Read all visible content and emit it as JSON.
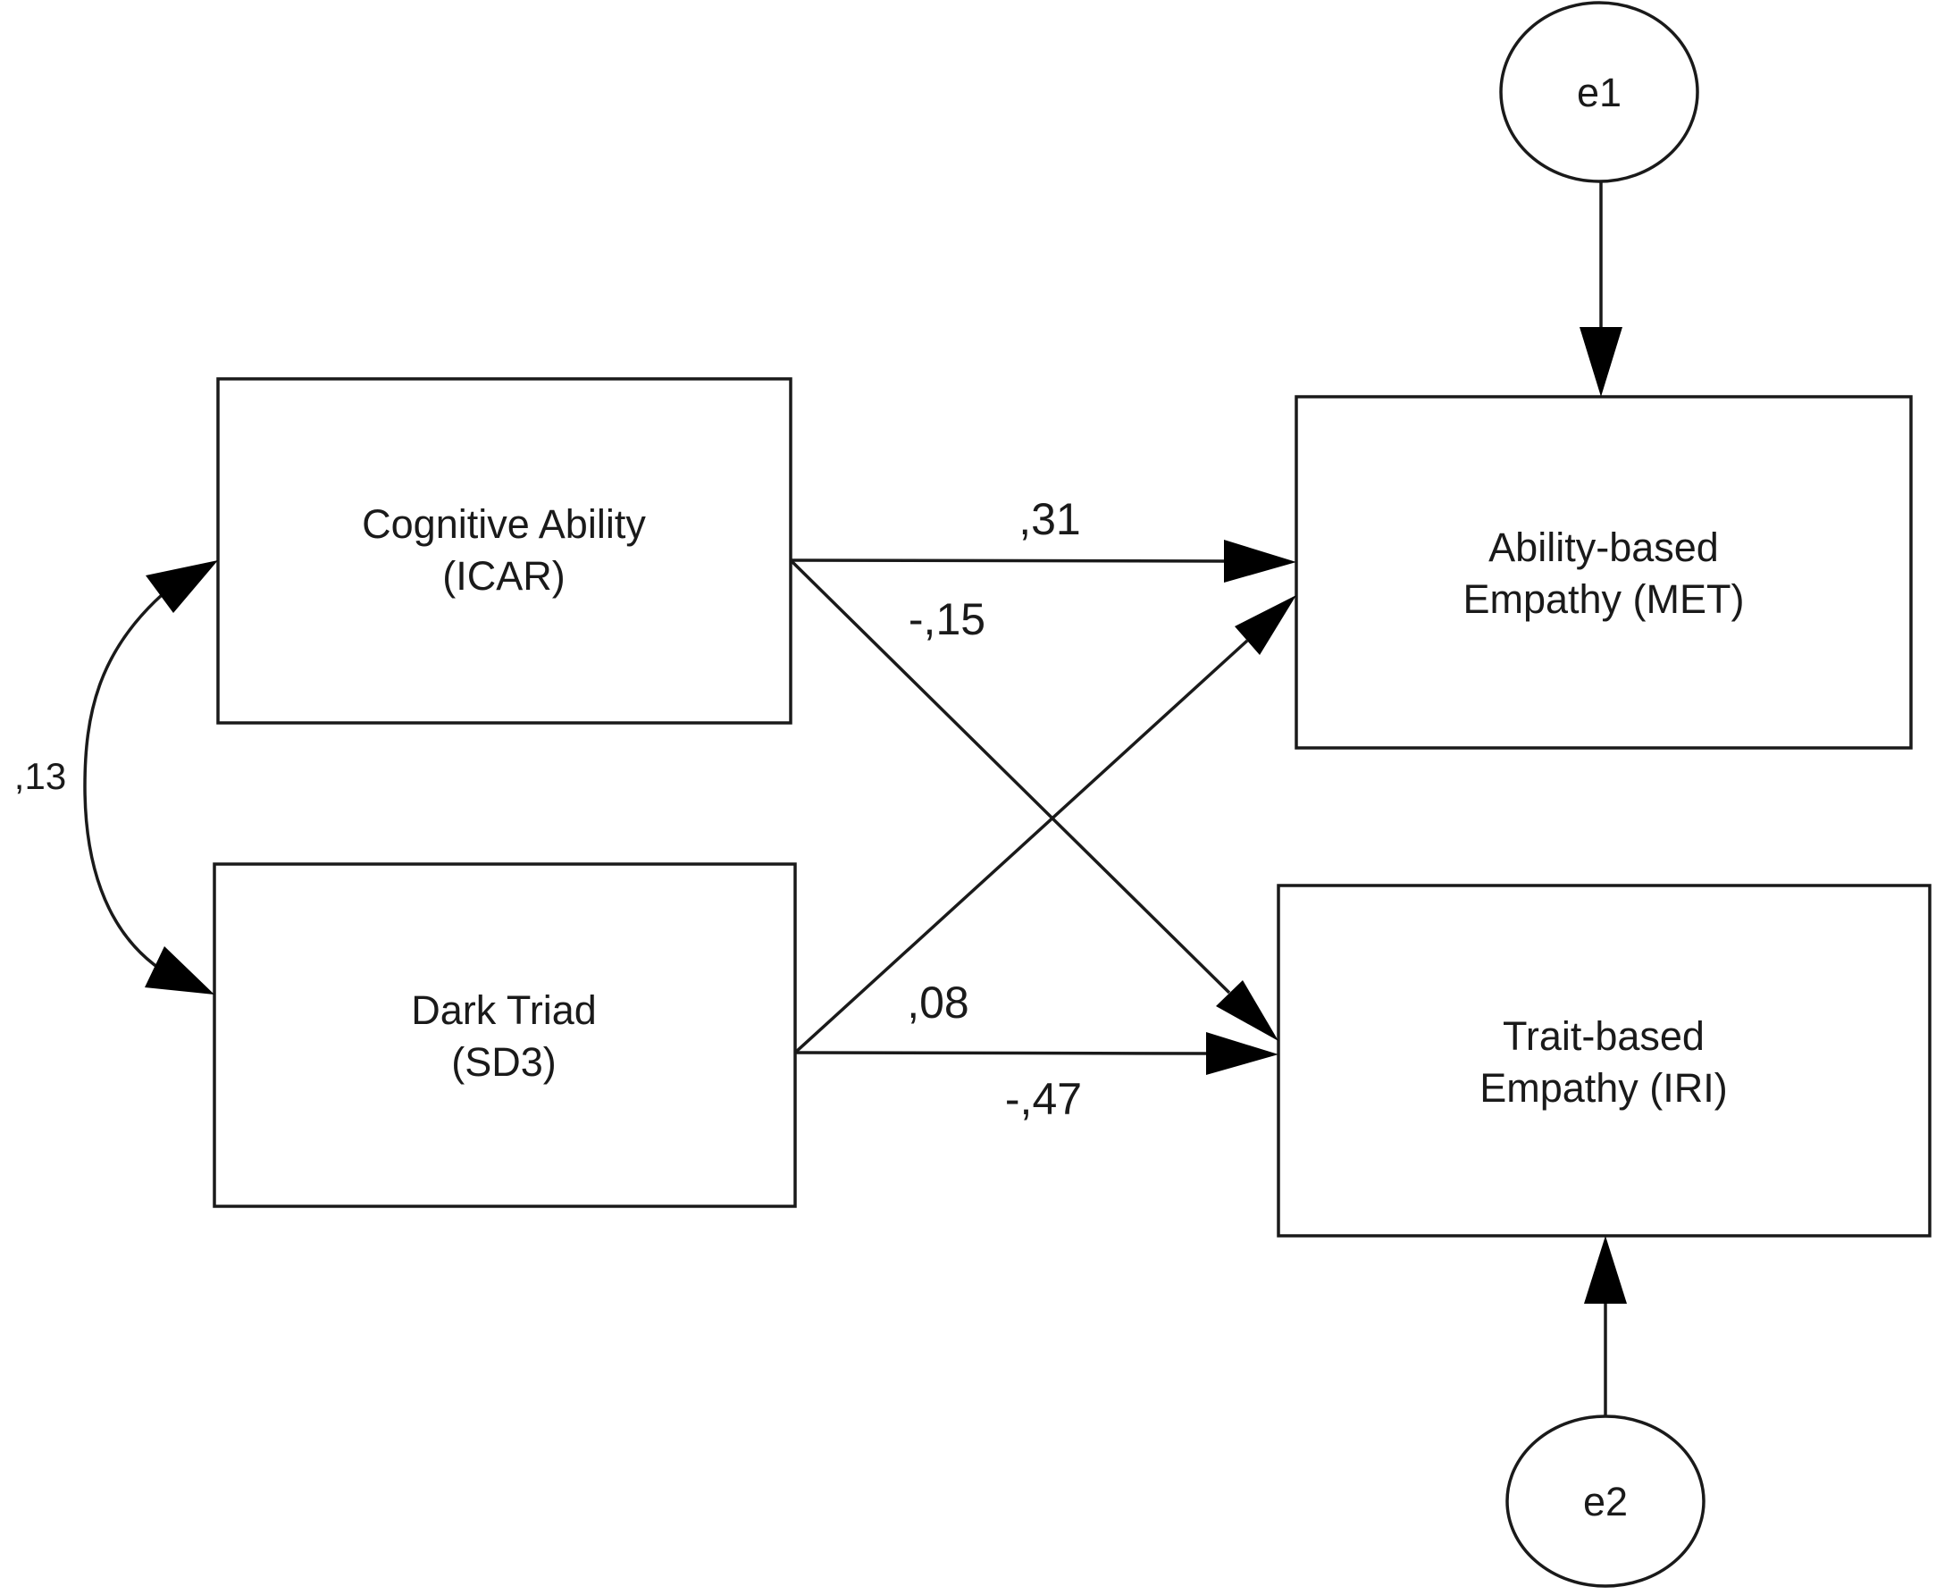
{
  "diagram": {
    "nodes": {
      "cognitive": {
        "line1": "Cognitive Ability",
        "line2": "(ICAR)"
      },
      "dark_triad": {
        "line1": "Dark Triad",
        "line2": "(SD3)"
      },
      "met": {
        "line1": "Ability-based",
        "line2": "Empathy (MET)"
      },
      "iri": {
        "line1": "Trait-based",
        "line2": "Empathy (IRI)"
      },
      "e1": {
        "label": "e1"
      },
      "e2": {
        "label": "e2"
      }
    },
    "coefficients": {
      "cognitive_to_met": ",31",
      "cognitive_to_iri": "-,15",
      "dark_to_met": ",08",
      "dark_to_iri": "-,47",
      "covariance": ",13"
    },
    "colors": {
      "line": "#1a1a1a",
      "arrowhead": "#000000",
      "background": "#ffffff"
    }
  }
}
